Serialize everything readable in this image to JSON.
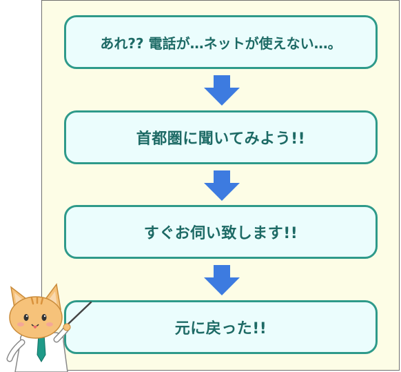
{
  "steps": [
    {
      "label": "あれ?? 電話が…ネットが使えない…。"
    },
    {
      "label": "首都圏に聞いてみよう!!"
    },
    {
      "label": "すぐお伺い致します!!"
    },
    {
      "label": "元に戻った!!"
    }
  ],
  "icons": {
    "arrow": "arrow-down-icon",
    "mascot": "cat-teacher-icon"
  },
  "colors": {
    "box_border": "#2e9a8a",
    "box_fill": "#ebfdfd",
    "box_text": "#1d6a65",
    "arrow": "#3d7be0",
    "panel_fill": "#fdfde6"
  }
}
